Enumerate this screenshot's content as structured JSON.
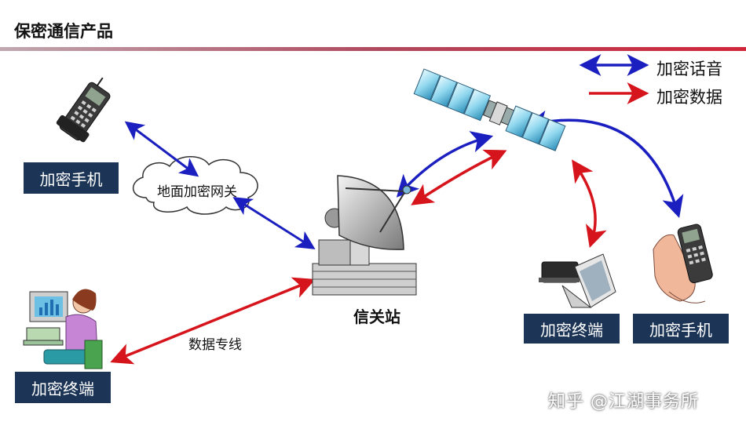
{
  "title": "保密通信产品",
  "legend": {
    "voice_label": "加密话音",
    "data_label": "加密数据",
    "voice_color": "#1b1fbf",
    "data_color": "#d6141c"
  },
  "nodes": {
    "mobile_left": "加密手机",
    "cloud": "地面加密网关",
    "terminal_left": "加密终端",
    "gateway": "信关站",
    "terminal_right": "加密终端",
    "mobile_right": "加密手机"
  },
  "line_label": "数据专线",
  "watermark": "知乎 @江湖事务所"
}
